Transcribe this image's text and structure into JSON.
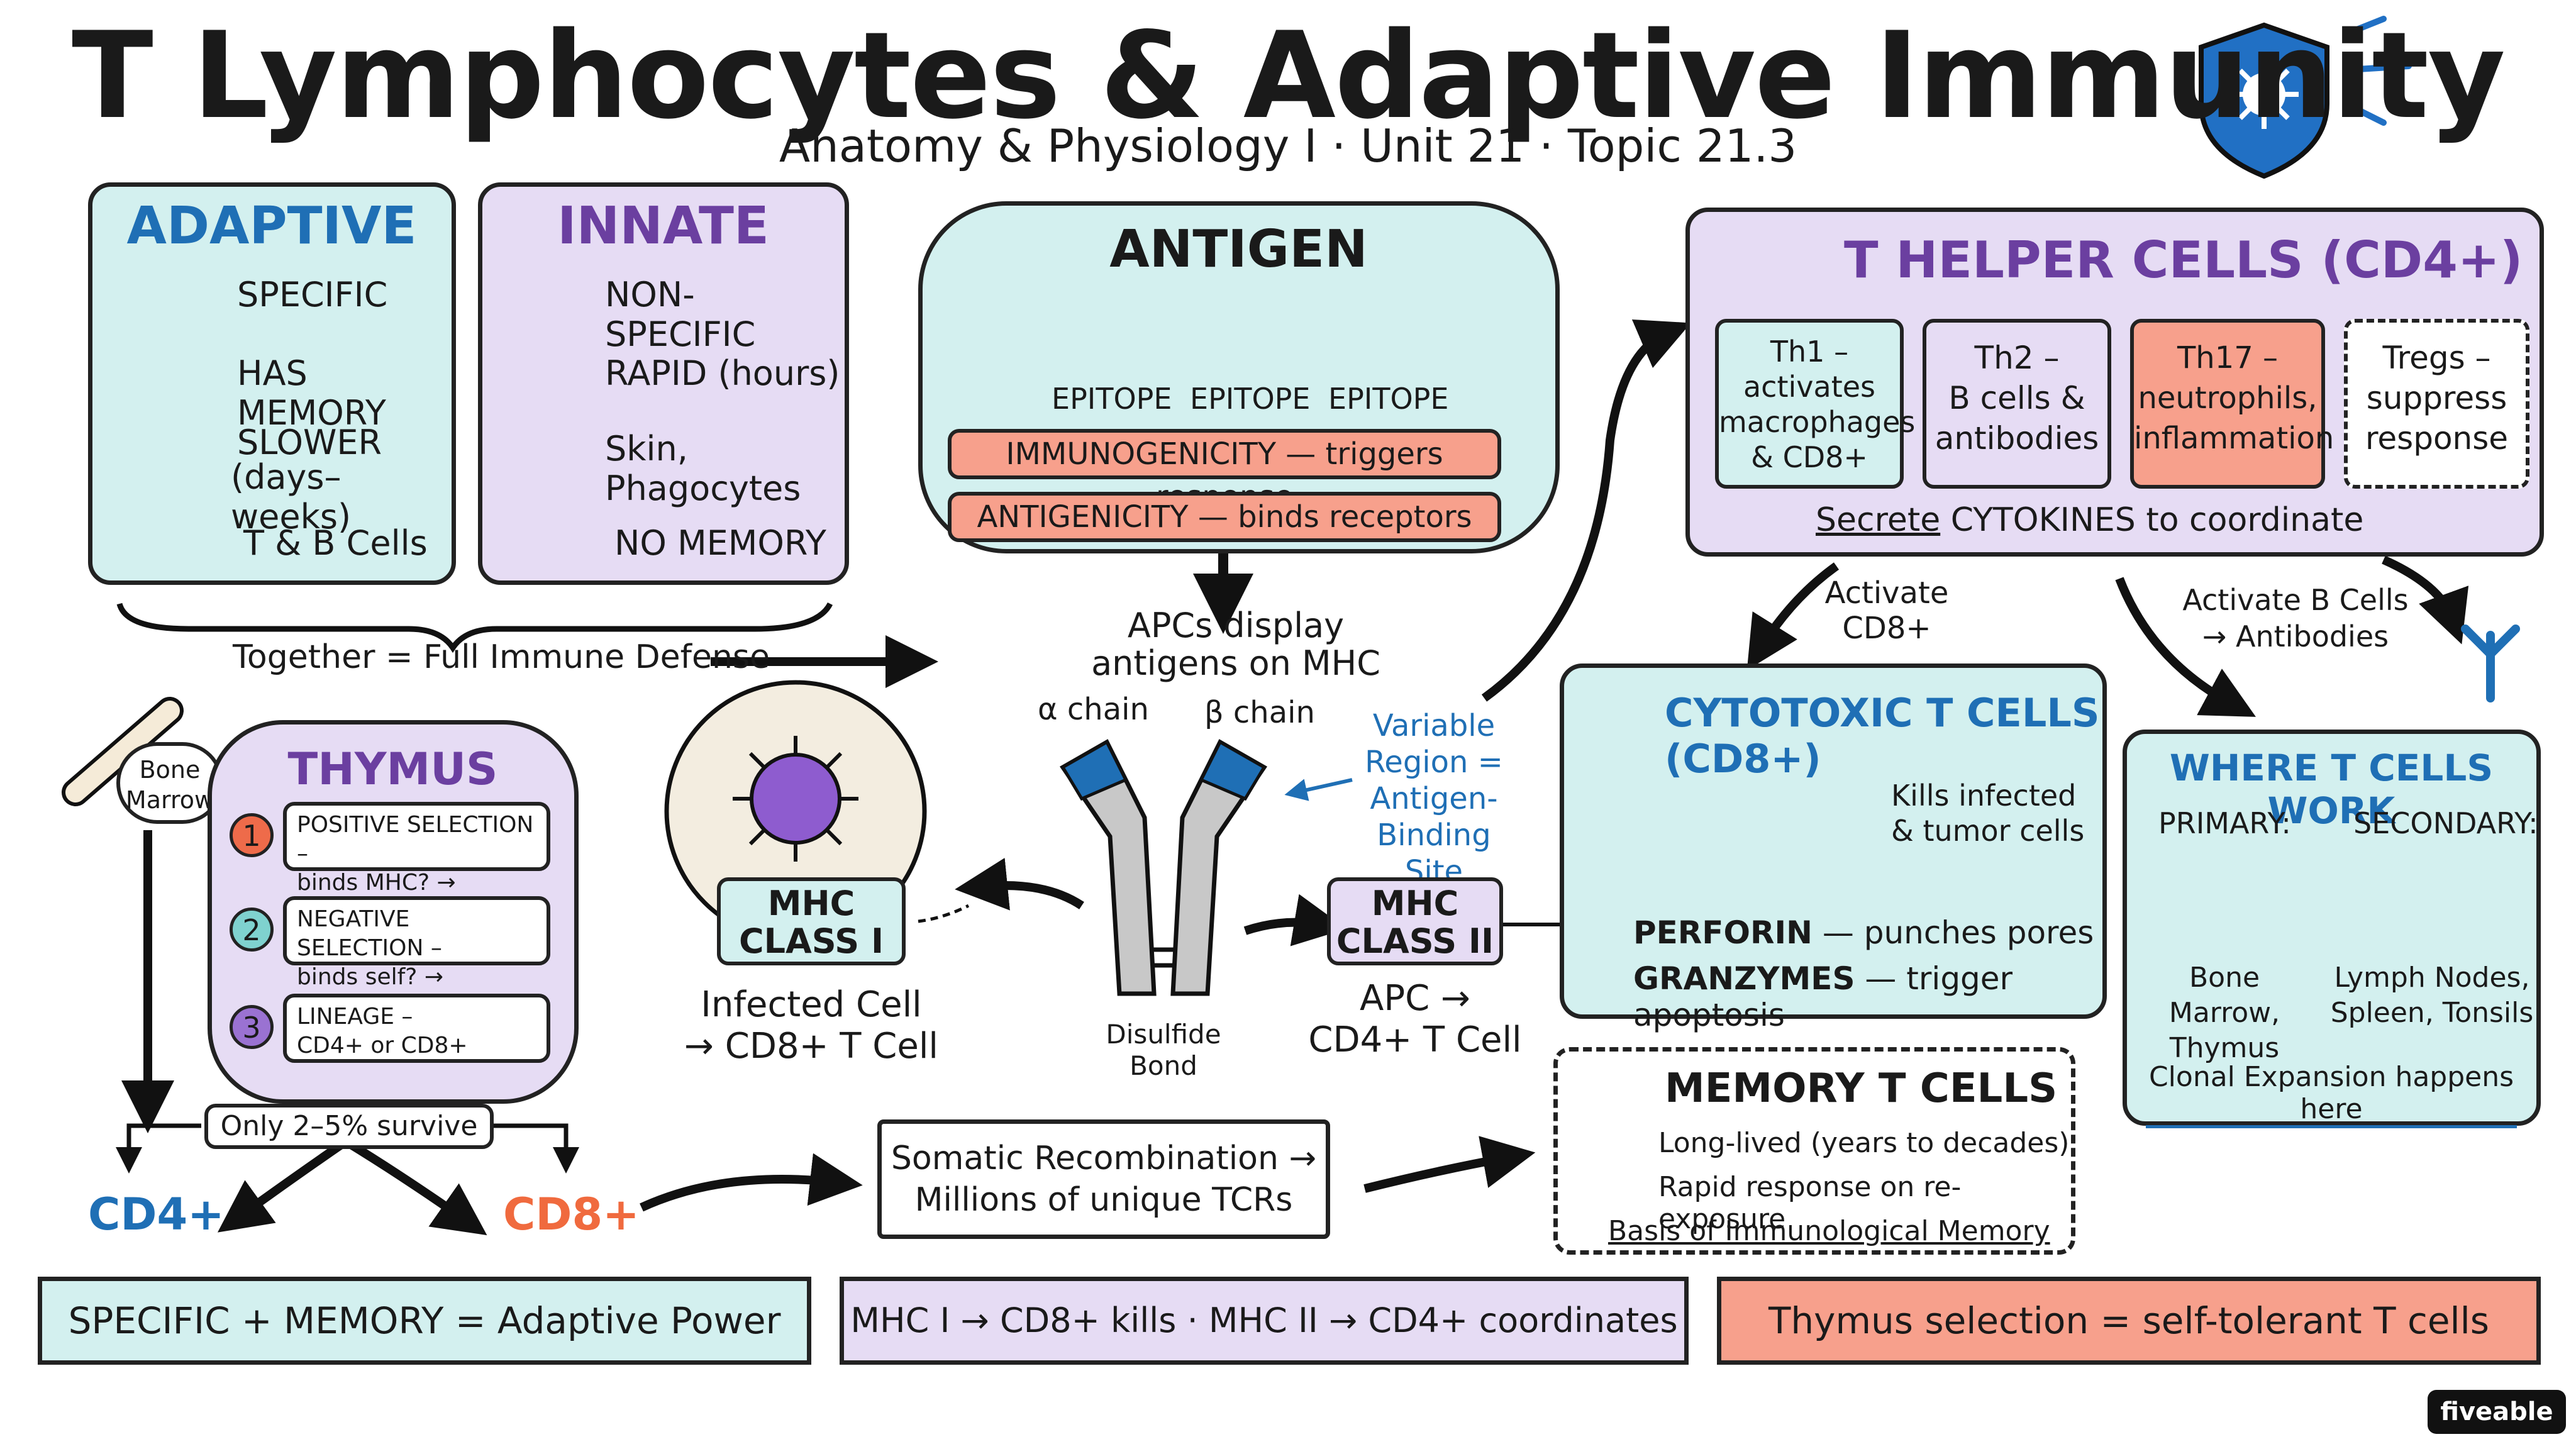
{
  "title": "T Lymphocytes & Adaptive Immunity",
  "subtitle": "Anatomy & Physiology I · Unit 21 · Topic 21.3",
  "adaptive": {
    "heading": "ADAPTIVE",
    "items": [
      "SPECIFIC",
      "HAS MEMORY",
      "SLOWER",
      "(days–weeks)",
      "T & B Cells"
    ]
  },
  "innate": {
    "heading": "INNATE",
    "items": [
      "NON-SPECIFIC",
      "RAPID (hours)",
      "Skin, Phagocytes",
      "NO MEMORY"
    ]
  },
  "together": "Together = Full Immune Defense",
  "antigen": {
    "heading": "ANTIGEN",
    "epitopes": [
      "EPITOPE",
      "EPITOPE",
      "EPITOPE"
    ],
    "immunogenicity": "IMMUNOGENICITY — triggers response",
    "antigenicity": "ANTIGENICITY — binds receptors"
  },
  "apc_text": [
    "APCs display",
    "antigens on MHC"
  ],
  "tcr": {
    "alpha": "α chain",
    "beta": "β chain",
    "variable": [
      "Variable",
      "Region =",
      "Antigen-Binding",
      "Site"
    ],
    "disulfide": [
      "Disulfide",
      "Bond"
    ]
  },
  "helper": {
    "heading": "T HELPER CELLS (CD4+)",
    "th1": [
      "Th1 –",
      "activates",
      "macrophages",
      "& CD8+"
    ],
    "th2": [
      "Th2 –",
      "B cells &",
      "antibodies"
    ],
    "th17": [
      "Th17 –",
      "neutrophils,",
      "inflammation"
    ],
    "tregs": [
      "Tregs –",
      "suppress",
      "response"
    ],
    "secrete_word": "Secrete",
    "secrete_rest": "CYTOKINES to coordinate"
  },
  "activate_cd8": [
    "Activate",
    "CD8+"
  ],
  "activate_b": [
    "Activate B Cells",
    "→ Antibodies"
  ],
  "cytotoxic": {
    "heading": "CYTOTOXIC T CELLS (CD8+)",
    "kills": [
      "Kills infected",
      "& tumor cells"
    ],
    "perforin": "PERFORIN",
    "perforin_desc": "— punches pores",
    "granzymes": "GRANZYMES",
    "granzymes_desc": "— trigger apoptosis"
  },
  "where": {
    "heading": "WHERE T CELLS WORK",
    "primary": "PRIMARY:",
    "secondary": "SECONDARY:",
    "primary_sites": [
      "Bone Marrow,",
      "Thymus"
    ],
    "secondary_sites": [
      "Lymph Nodes,",
      "Spleen, Tonsils"
    ],
    "clonal": "Clonal Expansion happens here"
  },
  "thymus": {
    "bone_marrow": [
      "Bone",
      "Marrow"
    ],
    "heading": "THYMUS",
    "steps": [
      {
        "num": "1",
        "l1": "POSITIVE SELECTION –",
        "l2": "binds MHC? → survive"
      },
      {
        "num": "2",
        "l1": "NEGATIVE SELECTION –",
        "l2": "binds self? → eliminated"
      },
      {
        "num": "3",
        "l1": "LINEAGE –",
        "l2": "CD4+ or CD8+"
      }
    ],
    "survive": "Only 2–5% survive",
    "cd4": "CD4+",
    "cd8": "CD8+"
  },
  "mhc1": {
    "label": [
      "MHC",
      "CLASS I"
    ],
    "caption": [
      "Infected Cell",
      "→ CD8+ T Cell"
    ]
  },
  "mhc2": {
    "label": [
      "MHC",
      "CLASS II"
    ],
    "caption": [
      "APC →",
      "CD4+ T Cell"
    ]
  },
  "somatic": [
    "Somatic Recombination →",
    "Millions of unique TCRs"
  ],
  "memory": {
    "heading": "MEMORY T CELLS",
    "l1": "Long-lived (years to decades)",
    "l2": "Rapid response on re-exposure",
    "l3": "Basis of Immunological Memory"
  },
  "banners": [
    "SPECIFIC + MEMORY = Adaptive Power",
    "MHC I → CD8+ kills · MHC II → CD4+ coordinates",
    "Thymus selection = self-tolerant T cells"
  ],
  "logo": "fiveable",
  "colors": {
    "teal": "#d3f0ef",
    "lavender": "#e6dcf4",
    "salmon": "#f7a08c",
    "blue": "#1f6fb5",
    "purple": "#6b3fa0",
    "orange": "#f06a3e"
  }
}
